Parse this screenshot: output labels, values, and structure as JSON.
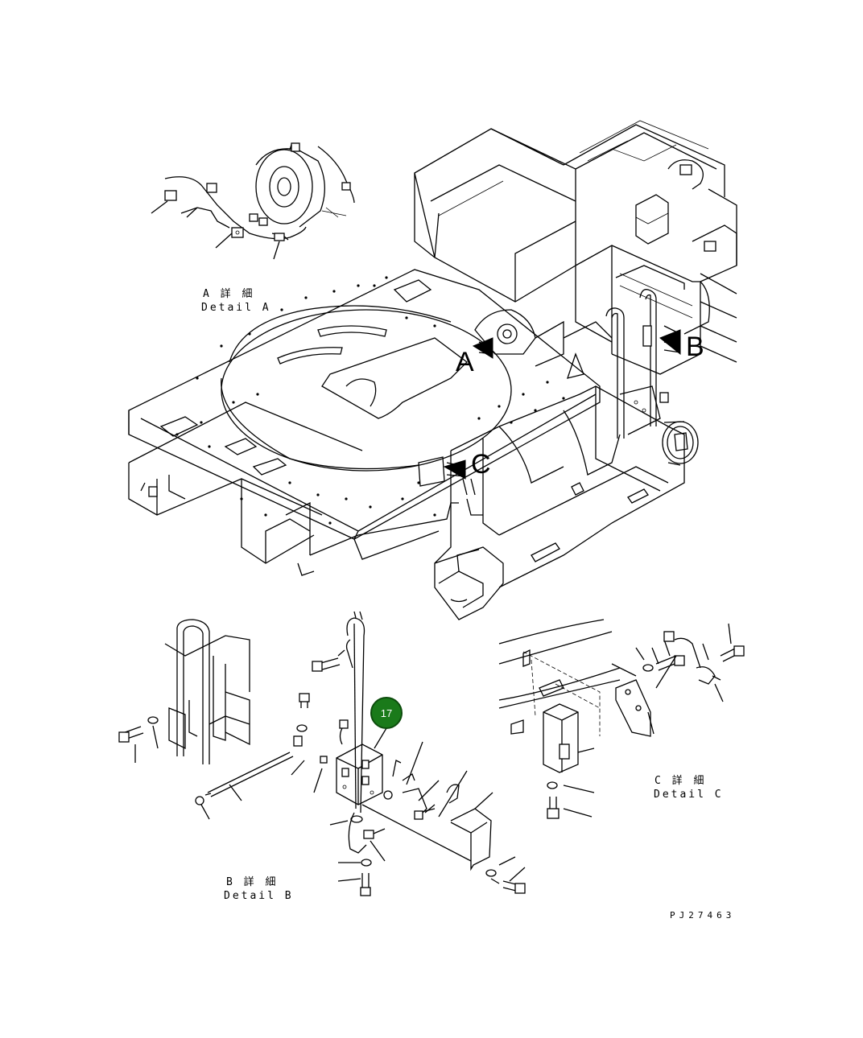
{
  "detail_labels": {
    "a": {
      "jp": "A 詳 細",
      "en": "Detail A"
    },
    "b": {
      "jp": "B 詳 細",
      "en": "Detail B"
    },
    "c": {
      "jp": "C 詳 細",
      "en": "Detail C"
    }
  },
  "view_markers": {
    "a": "A",
    "b": "B",
    "c": "C"
  },
  "callout": {
    "number": "17",
    "color": "#1a7a1a"
  },
  "drawing_code": "PJ27463"
}
